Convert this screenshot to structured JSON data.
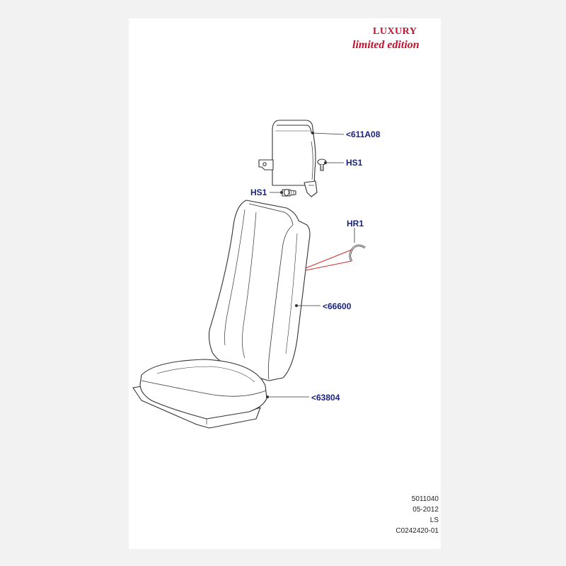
{
  "brand": {
    "line1": "LUXURY",
    "line2": "limited edition",
    "color": "#c8102e"
  },
  "callouts": {
    "headrest": "<611A08",
    "screw_right": "HS1",
    "screw_left": "HS1",
    "ring": "HR1",
    "backrest": "<66600",
    "cushion": "<63804"
  },
  "footer": {
    "line1": "5011040",
    "line2": "05-2012",
    "line3": "LS",
    "line4": "C0242420-01"
  },
  "colors": {
    "callout_text": "#1a237e",
    "outline": "#333333",
    "leader_red": "#d32f2f"
  }
}
